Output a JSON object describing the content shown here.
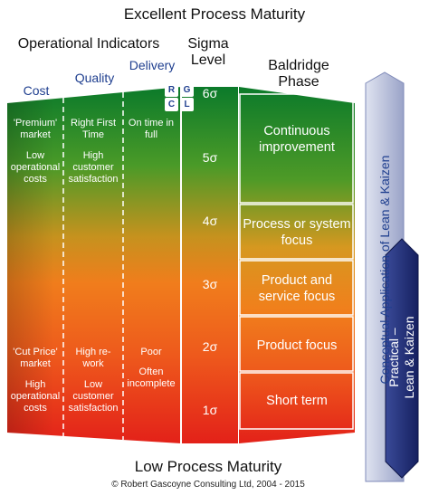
{
  "title_top": "Excellent Process Maturity",
  "title_bottom": "Low Process Maturity",
  "copyright": "© Robert Gascoyne Consulting Ltd, 2004 - 2015",
  "headers": {
    "operational": "Operational Indicators",
    "sigma_line1": "Sigma",
    "sigma_line2": "Level",
    "baldridge_line1": "Baldridge",
    "baldridge_line2": "Phase",
    "cost": "Cost",
    "quality": "Quality",
    "delivery": "Delivery"
  },
  "rgcl": [
    "R",
    "G",
    "C",
    "L"
  ],
  "cells": {
    "cost_top_1": "'Premium' market",
    "cost_top_2": "Low operational costs",
    "quality_top_1": "Right First Time",
    "quality_top_2": "High customer satisfaction",
    "delivery_top_1": "On time in full",
    "cost_bottom_1": "'Cut Price' market",
    "cost_bottom_2": "High operational costs",
    "quality_bottom_1": "High re-work",
    "quality_bottom_2": "Low customer satisfaction",
    "delivery_bottom_1": "Poor",
    "delivery_bottom_2": "Often incomplete"
  },
  "sigma_levels": [
    "6σ",
    "5σ",
    "4σ",
    "3σ",
    "2σ",
    "1σ"
  ],
  "phases": [
    "Continuous improvement",
    "Process or system focus",
    "Product and service focus",
    "Product focus",
    "Short term"
  ],
  "side_arrows": {
    "conceptual": "Conceptual Application of Lean & Kaizen",
    "practical_line1": "Practical –",
    "practical_line2": "Lean & Kaizen"
  },
  "colors": {
    "header_blue": "#1f3f8f",
    "green": "#0f7a2a",
    "orange": "#f07a18",
    "red": "#e32119",
    "arrow_light": "#b9c0da",
    "arrow_dark": "#1e2a6e"
  }
}
